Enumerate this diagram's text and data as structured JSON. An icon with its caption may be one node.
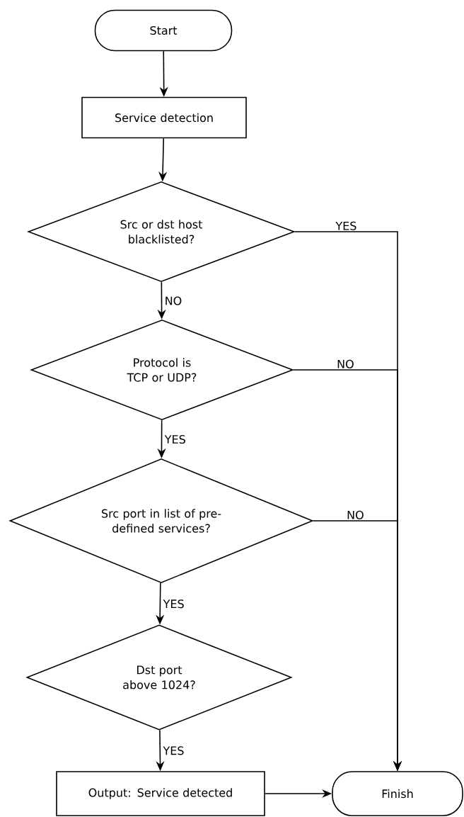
{
  "diagram": {
    "nodes": [
      {
        "text": [
          "Start"
        ]
      },
      {
        "text": [
          "Service detection"
        ]
      },
      {
        "text": [
          "Src or dst host blacklisted?"
        ]
      },
      {
        "text": [
          "Protocol is TCP or UDP?"
        ]
      },
      {
        "text": [
          "Src port in list of pre-defined services?"
        ]
      },
      {
        "text": [
          "Dst port above 1024?"
        ]
      },
      {
        "text": [
          "Output: Service detected"
        ]
      },
      {
        "text": [
          "Finish"
        ]
      }
    ],
    "edges": [
      {
        "from": 0,
        "to": 1,
        "arrow": "to"
      },
      {
        "from": 1,
        "to": 2,
        "arrow": "to"
      },
      {
        "from": 2,
        "to": 3,
        "arrow": "to",
        "label": "NO"
      },
      {
        "from": 3,
        "to": 4,
        "arrow": "to",
        "label": "YES"
      },
      {
        "from": 4,
        "to": 5,
        "arrow": "to",
        "label": "YES"
      },
      {
        "from": 5,
        "to": 6,
        "arrow": "to",
        "label": "YES"
      },
      {
        "from": 6,
        "to": 7,
        "arrow": "to"
      },
      {
        "from": 2,
        "to": 7,
        "arrow": "to",
        "label": "YES"
      },
      {
        "from": 3,
        "to": 7,
        "arrow": "to",
        "label": "NO"
      },
      {
        "from": 4,
        "to": 7,
        "arrow": "to",
        "label": "NO"
      }
    ]
  }
}
